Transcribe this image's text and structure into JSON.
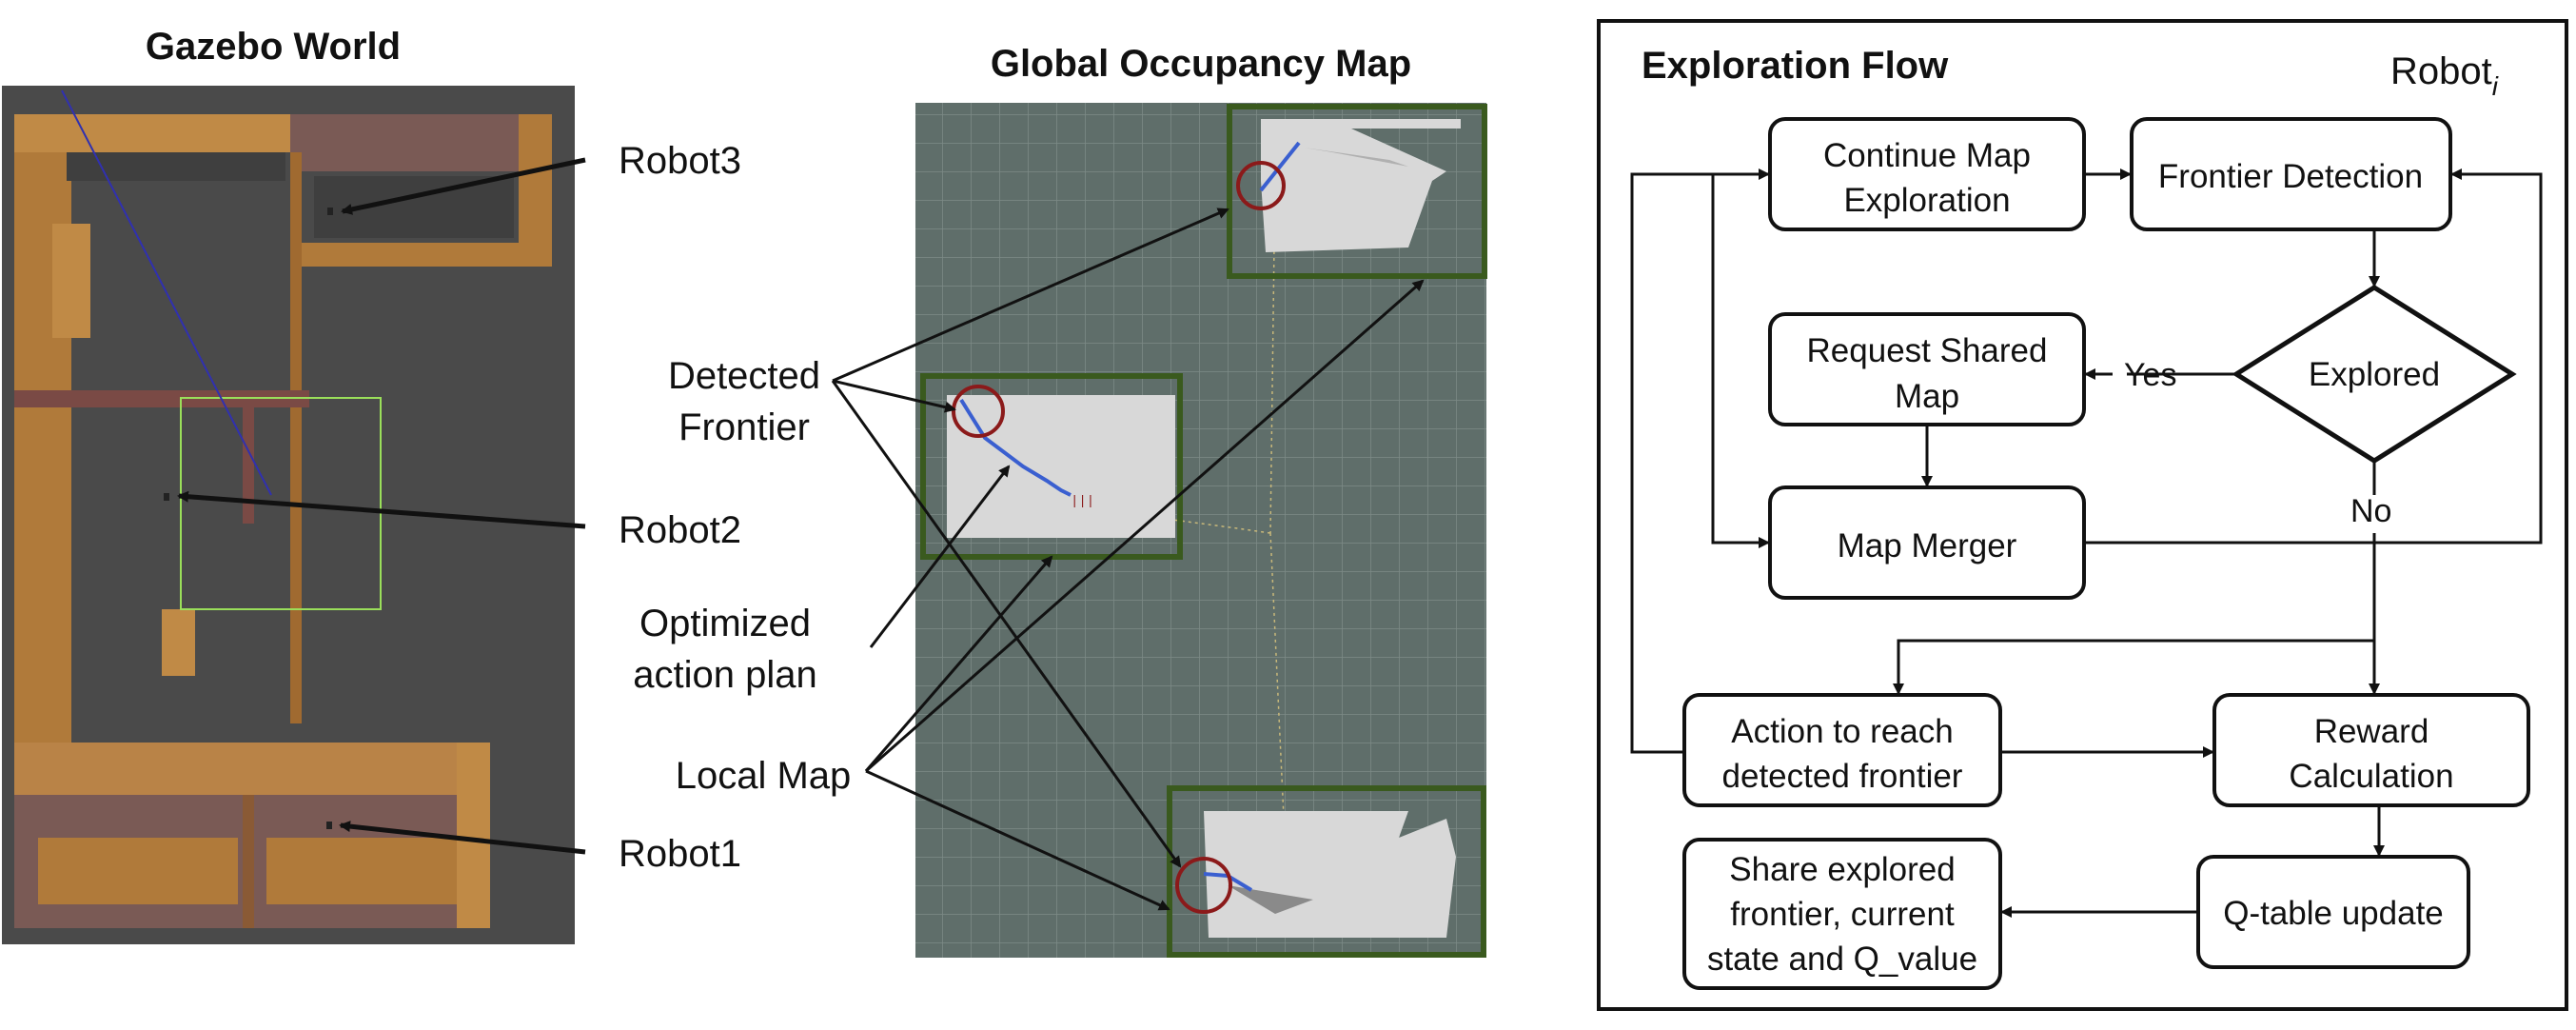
{
  "panels": {
    "gazebo": {
      "title": "Gazebo World",
      "robots": [
        "Robot3",
        "Robot2",
        "Robot1"
      ]
    },
    "occupancy": {
      "title": "Global Occupancy Map",
      "labels": {
        "frontier_line1": "Detected",
        "frontier_line2": "Frontier",
        "plan_line1": "Optimized",
        "plan_line2": "action plan",
        "local_map": "Local Map"
      }
    },
    "flow": {
      "title": "Exploration Flow",
      "robot_label": "Robot",
      "robot_subscript": "i",
      "nodes": {
        "continue": [
          "Continue Map",
          "Exploration"
        ],
        "frontier": [
          "Frontier Detection"
        ],
        "explored": [
          "Explored"
        ],
        "request": [
          "Request Shared",
          "Map"
        ],
        "merger": [
          "Map Merger"
        ],
        "action": [
          "Action to reach",
          "detected frontier"
        ],
        "reward": [
          "Reward",
          "Calculation"
        ],
        "qtable": [
          "Q-table update"
        ],
        "share": [
          "Share explored",
          "frontier, current",
          "state and Q_value"
        ]
      },
      "edges": {
        "yes": "Yes",
        "no": "No"
      }
    }
  },
  "colors": {
    "wood": "#b07a3a",
    "floor": "#4a4a4a",
    "map_bg": "#5f6e6a",
    "local_map_border": "#3a5a1e",
    "frontier_circle": "#8b1a1a",
    "path": "#3a5fd0"
  }
}
